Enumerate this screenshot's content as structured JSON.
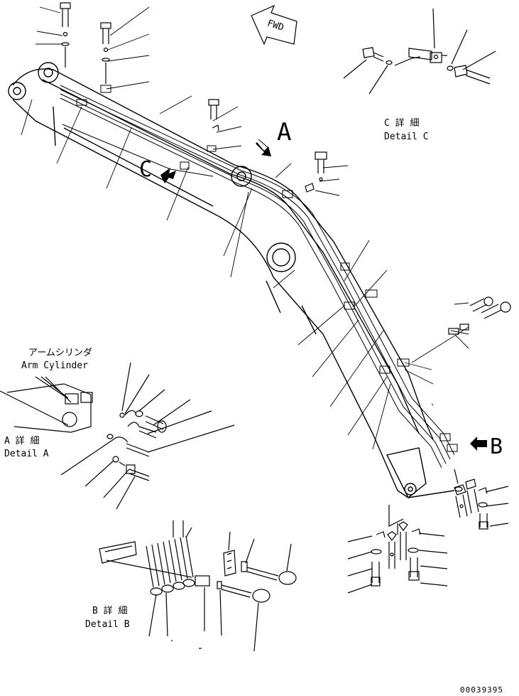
{
  "labels": {
    "fwd": "FWD",
    "callout_a": "A",
    "callout_b": "B",
    "callout_c": "C",
    "detail_c_jp": "C 詳 細",
    "detail_c_en": "Detail C",
    "arm_cylinder_jp": "アームシリンダ",
    "arm_cylinder_en": "Arm Cylinder",
    "detail_a_jp": "A 詳 細",
    "detail_a_en": "Detail A",
    "detail_b_jp": "B 詳 細",
    "detail_b_en": "Detail B",
    "drawing_number": "00039395"
  }
}
